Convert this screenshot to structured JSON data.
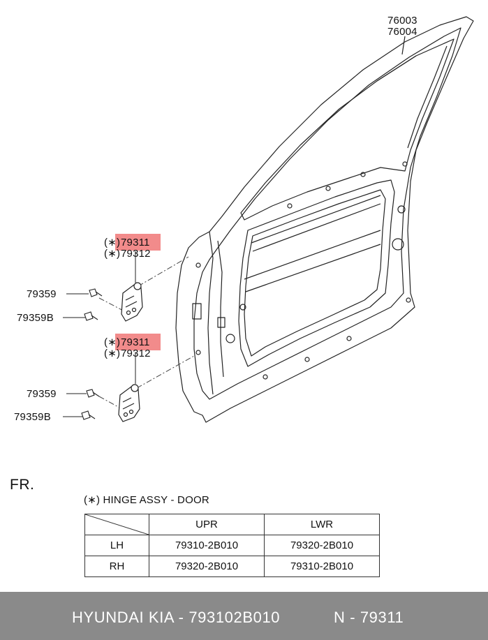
{
  "part_labels": {
    "door_part_1": "76003",
    "door_part_2": "76004",
    "upper_hinge_1": "79311",
    "upper_hinge_2": "79312",
    "upper_bolt_1": "79359",
    "upper_bolt_2": "79359B",
    "lower_hinge_1": "79311",
    "lower_hinge_2": "79312",
    "lower_bolt_1": "79359",
    "lower_bolt_2": "79359B",
    "asterisk": "(∗)"
  },
  "highlight_color": "#f28b8b",
  "direction": {
    "label": "FR."
  },
  "legend": {
    "note": "(∗) HINGE ASSY - DOOR"
  },
  "hinge_table": {
    "headers": [
      "",
      "UPR",
      "LWR"
    ],
    "rows": [
      {
        "side": "LH",
        "upr": "79310-2B010",
        "lwr": "79320-2B010"
      },
      {
        "side": "RH",
        "upr": "79320-2B010",
        "lwr": "79310-2B010"
      }
    ]
  },
  "footer": {
    "text": "HYUNDAI  KIA - 793102B010",
    "ref": "N - 79311",
    "background": "#8a8a8a"
  }
}
